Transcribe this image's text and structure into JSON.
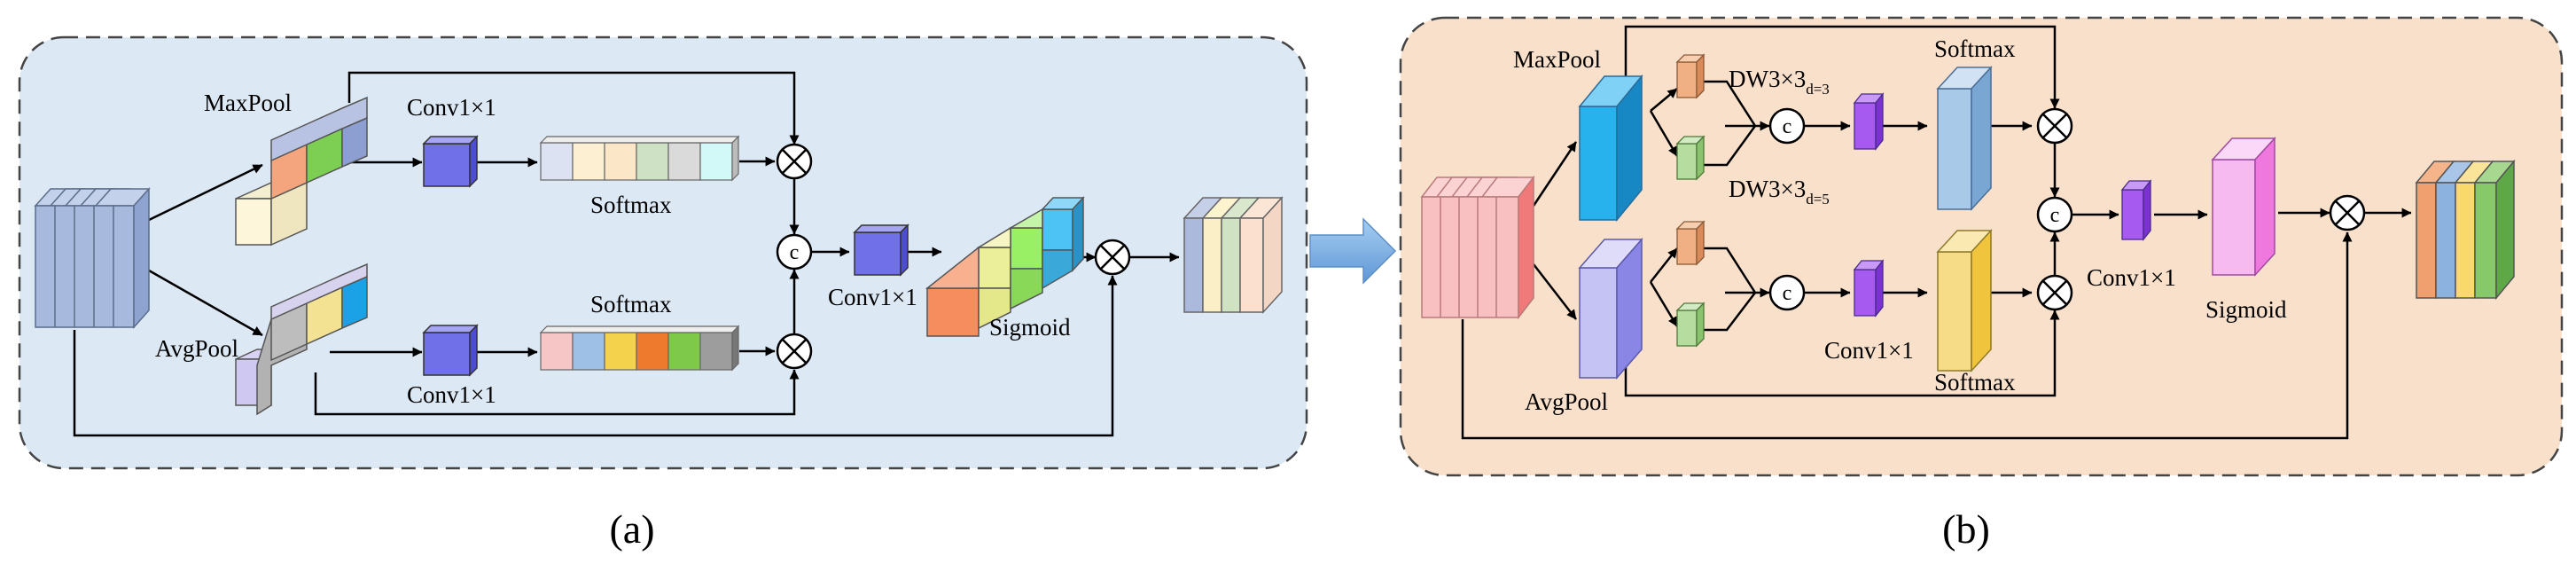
{
  "panel_a": {
    "caption": "(a)",
    "maxpool": "MaxPool",
    "avgpool": "AvgPool",
    "conv_top": "Conv1×1",
    "conv_bottom": "Conv1×1",
    "conv_mid": "Conv1×1",
    "softmax_top": "Softmax",
    "softmax_bottom": "Softmax",
    "sigmoid": "Sigmoid",
    "concat_symbol": "c"
  },
  "panel_b": {
    "caption": "(b)",
    "maxpool": "MaxPool",
    "avgpool": "AvgPool",
    "dw_top": "DW3×3",
    "dw_top_sub": "d=3",
    "dw_bottom": "DW3×3",
    "dw_bottom_sub": "d=5",
    "softmax_top": "Softmax",
    "softmax_bottom": "Softmax",
    "conv_bottom": "Conv1×1",
    "conv_right": "Conv1×1",
    "sigmoid": "Sigmoid",
    "concat_symbol": "c"
  },
  "colors": {
    "panel_a_bg": "#dde8f5",
    "panel_b_bg": "#f9e0cb",
    "arrow_between": "#7fb0e4"
  }
}
